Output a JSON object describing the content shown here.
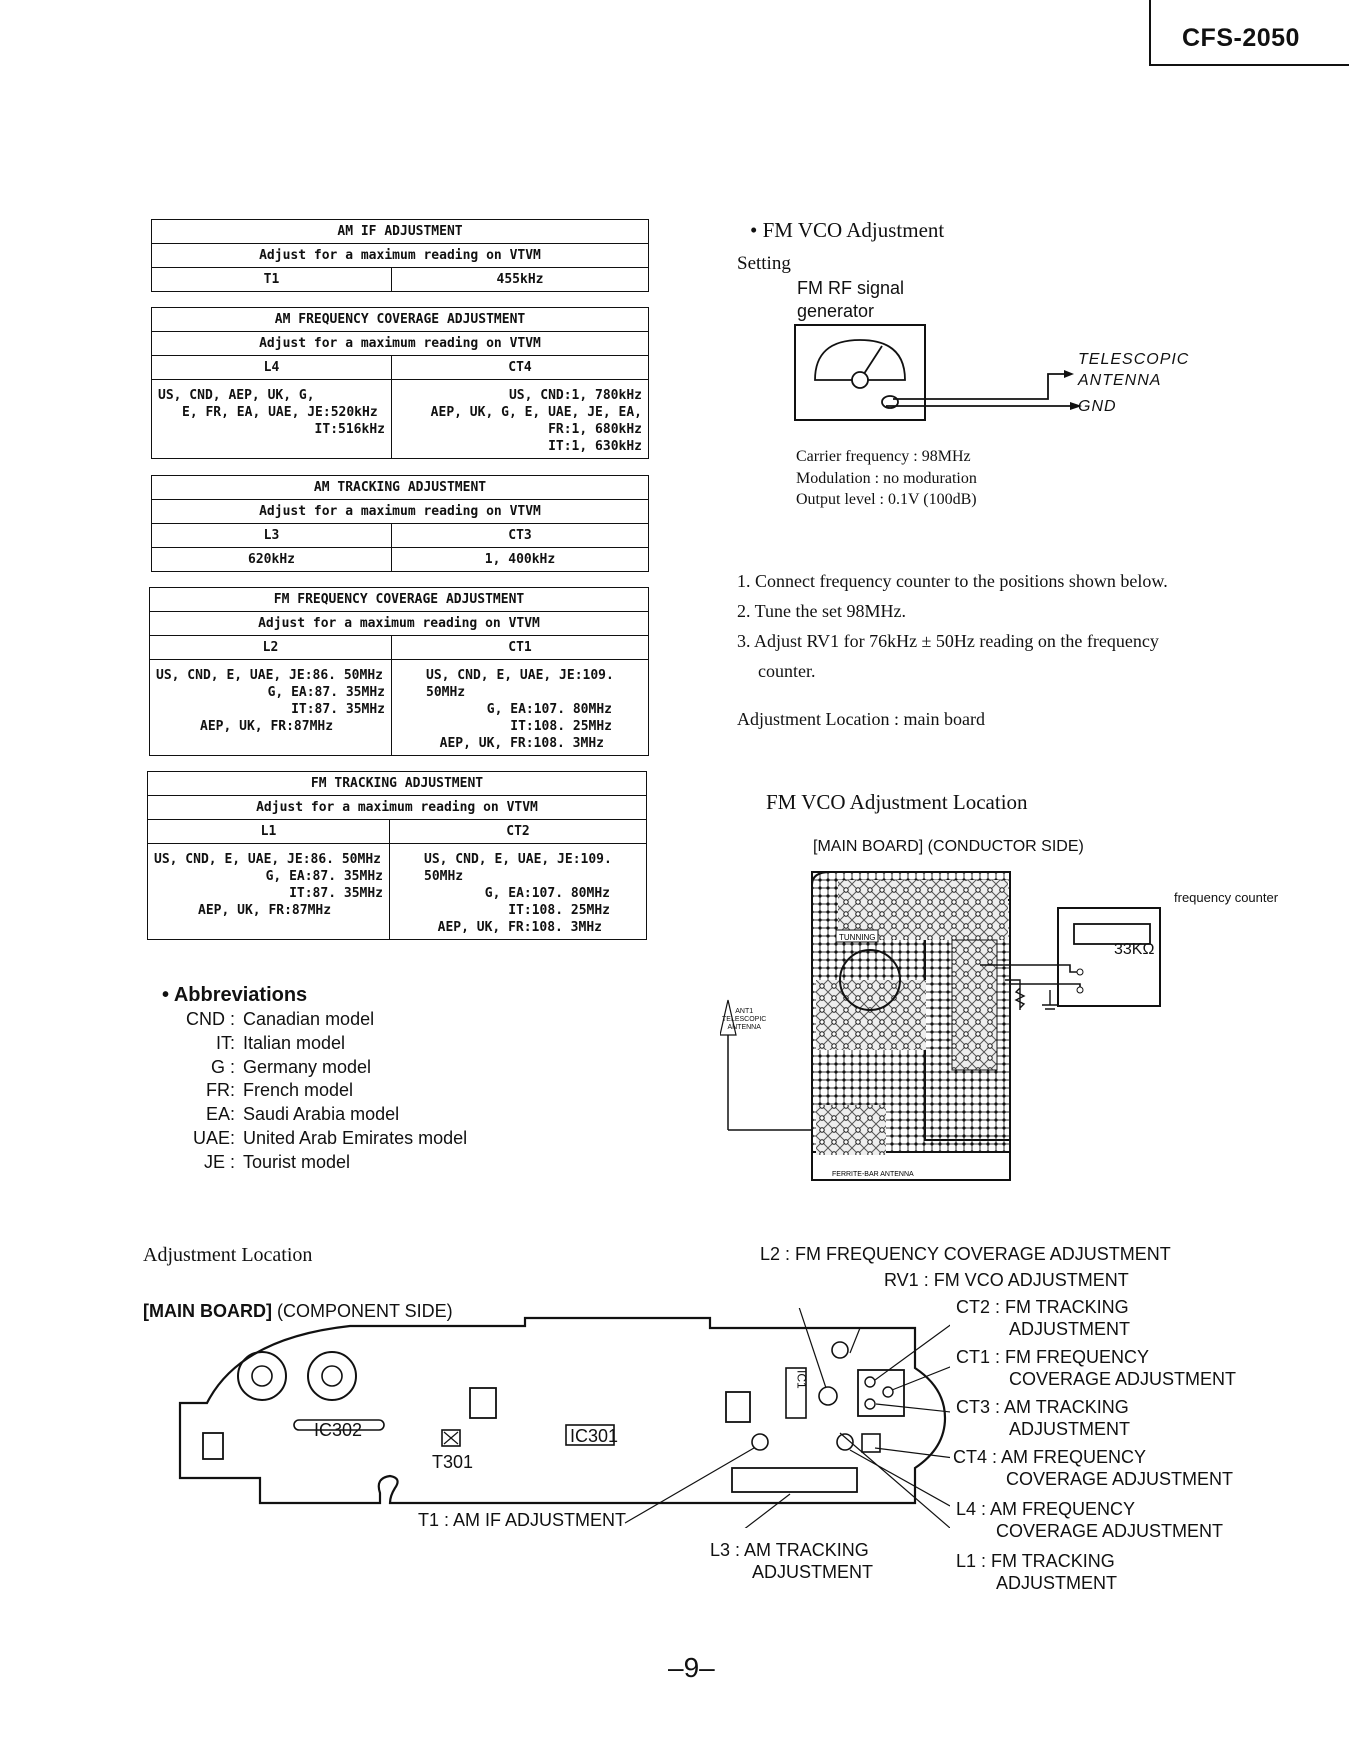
{
  "header": {
    "model": "CFS-2050"
  },
  "tables": {
    "am_if": {
      "title": "AM IF ADJUSTMENT",
      "note": "Adjust for a maximum reading on VTVM",
      "left": "T1",
      "right": "455kHz"
    },
    "am_freq_cov": {
      "title": "AM FREQUENCY COVERAGE ADJUSTMENT",
      "note": "Adjust for a maximum reading on VTVM",
      "left_head": "L4",
      "right_head": "CT4",
      "left_l1": "US, CND, AEP, UK, G,",
      "left_l2": "E, FR, EA, UAE, JE:520kHz",
      "left_l3": "IT:516kHz",
      "right_l1": "US, CND:1, 780kHz",
      "right_l2": "AEP, UK, G, E, UAE, JE, EA, FR:1, 680kHz",
      "right_l3": "IT:1, 630kHz"
    },
    "am_tracking": {
      "title": "AM TRACKING ADJUSTMENT",
      "note": "Adjust for a maximum reading on VTVM",
      "left_head": "L3",
      "right_head": "CT3",
      "left_val": "620kHz",
      "right_val": "1, 400kHz"
    },
    "fm_freq_cov": {
      "title": "FM FREQUENCY COVERAGE ADJUSTMENT",
      "note": "Adjust for a maximum reading on VTVM",
      "left_head": "L2",
      "right_head": "CT1",
      "left_l1": "US, CND, E, UAE, JE:86. 50MHz",
      "left_l2": "G, EA:87. 35MHz",
      "left_l3": "IT:87. 35MHz",
      "left_l4": "AEP, UK, FR:87MHz",
      "right_l1": "US, CND, E, UAE, JE:109. 50MHz",
      "right_l2": "G, EA:107. 80MHz",
      "right_l3": "IT:108. 25MHz",
      "right_l4": "AEP, UK, FR:108. 3MHz"
    },
    "fm_tracking": {
      "title": "FM TRACKING ADJUSTMENT",
      "note": "Adjust for a maximum reading on VTVM",
      "left_head": "L1",
      "right_head": "CT2",
      "left_l1": "US, CND, E, UAE, JE:86. 50MHz",
      "left_l2": "G, EA:87. 35MHz",
      "left_l3": "IT:87. 35MHz",
      "left_l4": "AEP, UK, FR:87MHz",
      "right_l1": "US, CND, E, UAE, JE:109. 50MHz",
      "right_l2": "G, EA:107. 80MHz",
      "right_l3": "IT:108. 25MHz",
      "right_l4": "AEP, UK, FR:108. 3MHz"
    }
  },
  "abbreviations": {
    "title": "• Abbreviations",
    "items": [
      {
        "key": "CND :",
        "value": "Canadian model"
      },
      {
        "key": "IT:",
        "value": "Italian model"
      },
      {
        "key": "G :",
        "value": "Germany model"
      },
      {
        "key": "FR:",
        "value": "French model"
      },
      {
        "key": "EA:",
        "value": "Saudi Arabia model"
      },
      {
        "key": "UAE:",
        "value": "United Arab Emirates model"
      },
      {
        "key": "JE :",
        "value": "Tourist model"
      }
    ]
  },
  "fm_vco": {
    "title": "• FM VCO Adjustment",
    "setting": "Setting",
    "generator_l1": "FM RF signal",
    "generator_l2": "generator",
    "antenna_l1": "TELESCOPIC",
    "antenna_l2": "ANTENNA",
    "gnd": "GND",
    "carrier": "Carrier frequency : 98MHz",
    "modulation": "Modulation : no moduration",
    "output": "Output level : 0.1V (100dB)",
    "step1": "1. Connect frequency counter to the positions shown below.",
    "step2": "2. Tune the set 98MHz.",
    "step3a": "3. Adjust RV1 for 76kHz ± 50Hz reading on the frequency",
    "step3b": "counter.",
    "adj_location": "Adjustment Location : main board",
    "loc_title": "FM VCO Adjustment Location",
    "board_label": "[MAIN BOARD] (CONDUCTOR SIDE)",
    "freq_counter": "frequency counter",
    "resistor": "33KΩ",
    "ant_small_1": "ANT1",
    "ant_small_2": "TELESCOPIC",
    "ant_small_3": "ANTENNA"
  },
  "bottom": {
    "adj_location": "Adjustment Location",
    "board_bold": "[MAIN BOARD]",
    "board_rest": "(COMPONENT SIDE)",
    "ic302": "IC302",
    "t301": "T301",
    "ic301": "IC301",
    "ic1": "IC1",
    "l2": "L2 : FM FREQUENCY COVERAGE ADJUSTMENT",
    "rv1": "RV1 : FM VCO ADJUSTMENT",
    "ct2_a": "CT2 : FM TRACKING",
    "ct2_b": "ADJUSTMENT",
    "ct1_a": "CT1 : FM FREQUENCY",
    "ct1_b": "COVERAGE ADJUSTMENT",
    "ct3_a": "CT3 : AM TRACKING",
    "ct3_b": "ADJUSTMENT",
    "ct4_a": "CT4 : AM FREQUENCY",
    "ct4_b": "COVERAGE ADJUSTMENT",
    "l4_a": "L4 : AM FREQUENCY",
    "l4_b": "COVERAGE ADJUSTMENT",
    "l1_a": "L1 : FM TRACKING",
    "l1_b": "ADJUSTMENT",
    "t1": "T1 : AM IF ADJUSTMENT",
    "l3_a": "L3 : AM TRACKING",
    "l3_b": "ADJUSTMENT"
  },
  "page_number": "–9–"
}
